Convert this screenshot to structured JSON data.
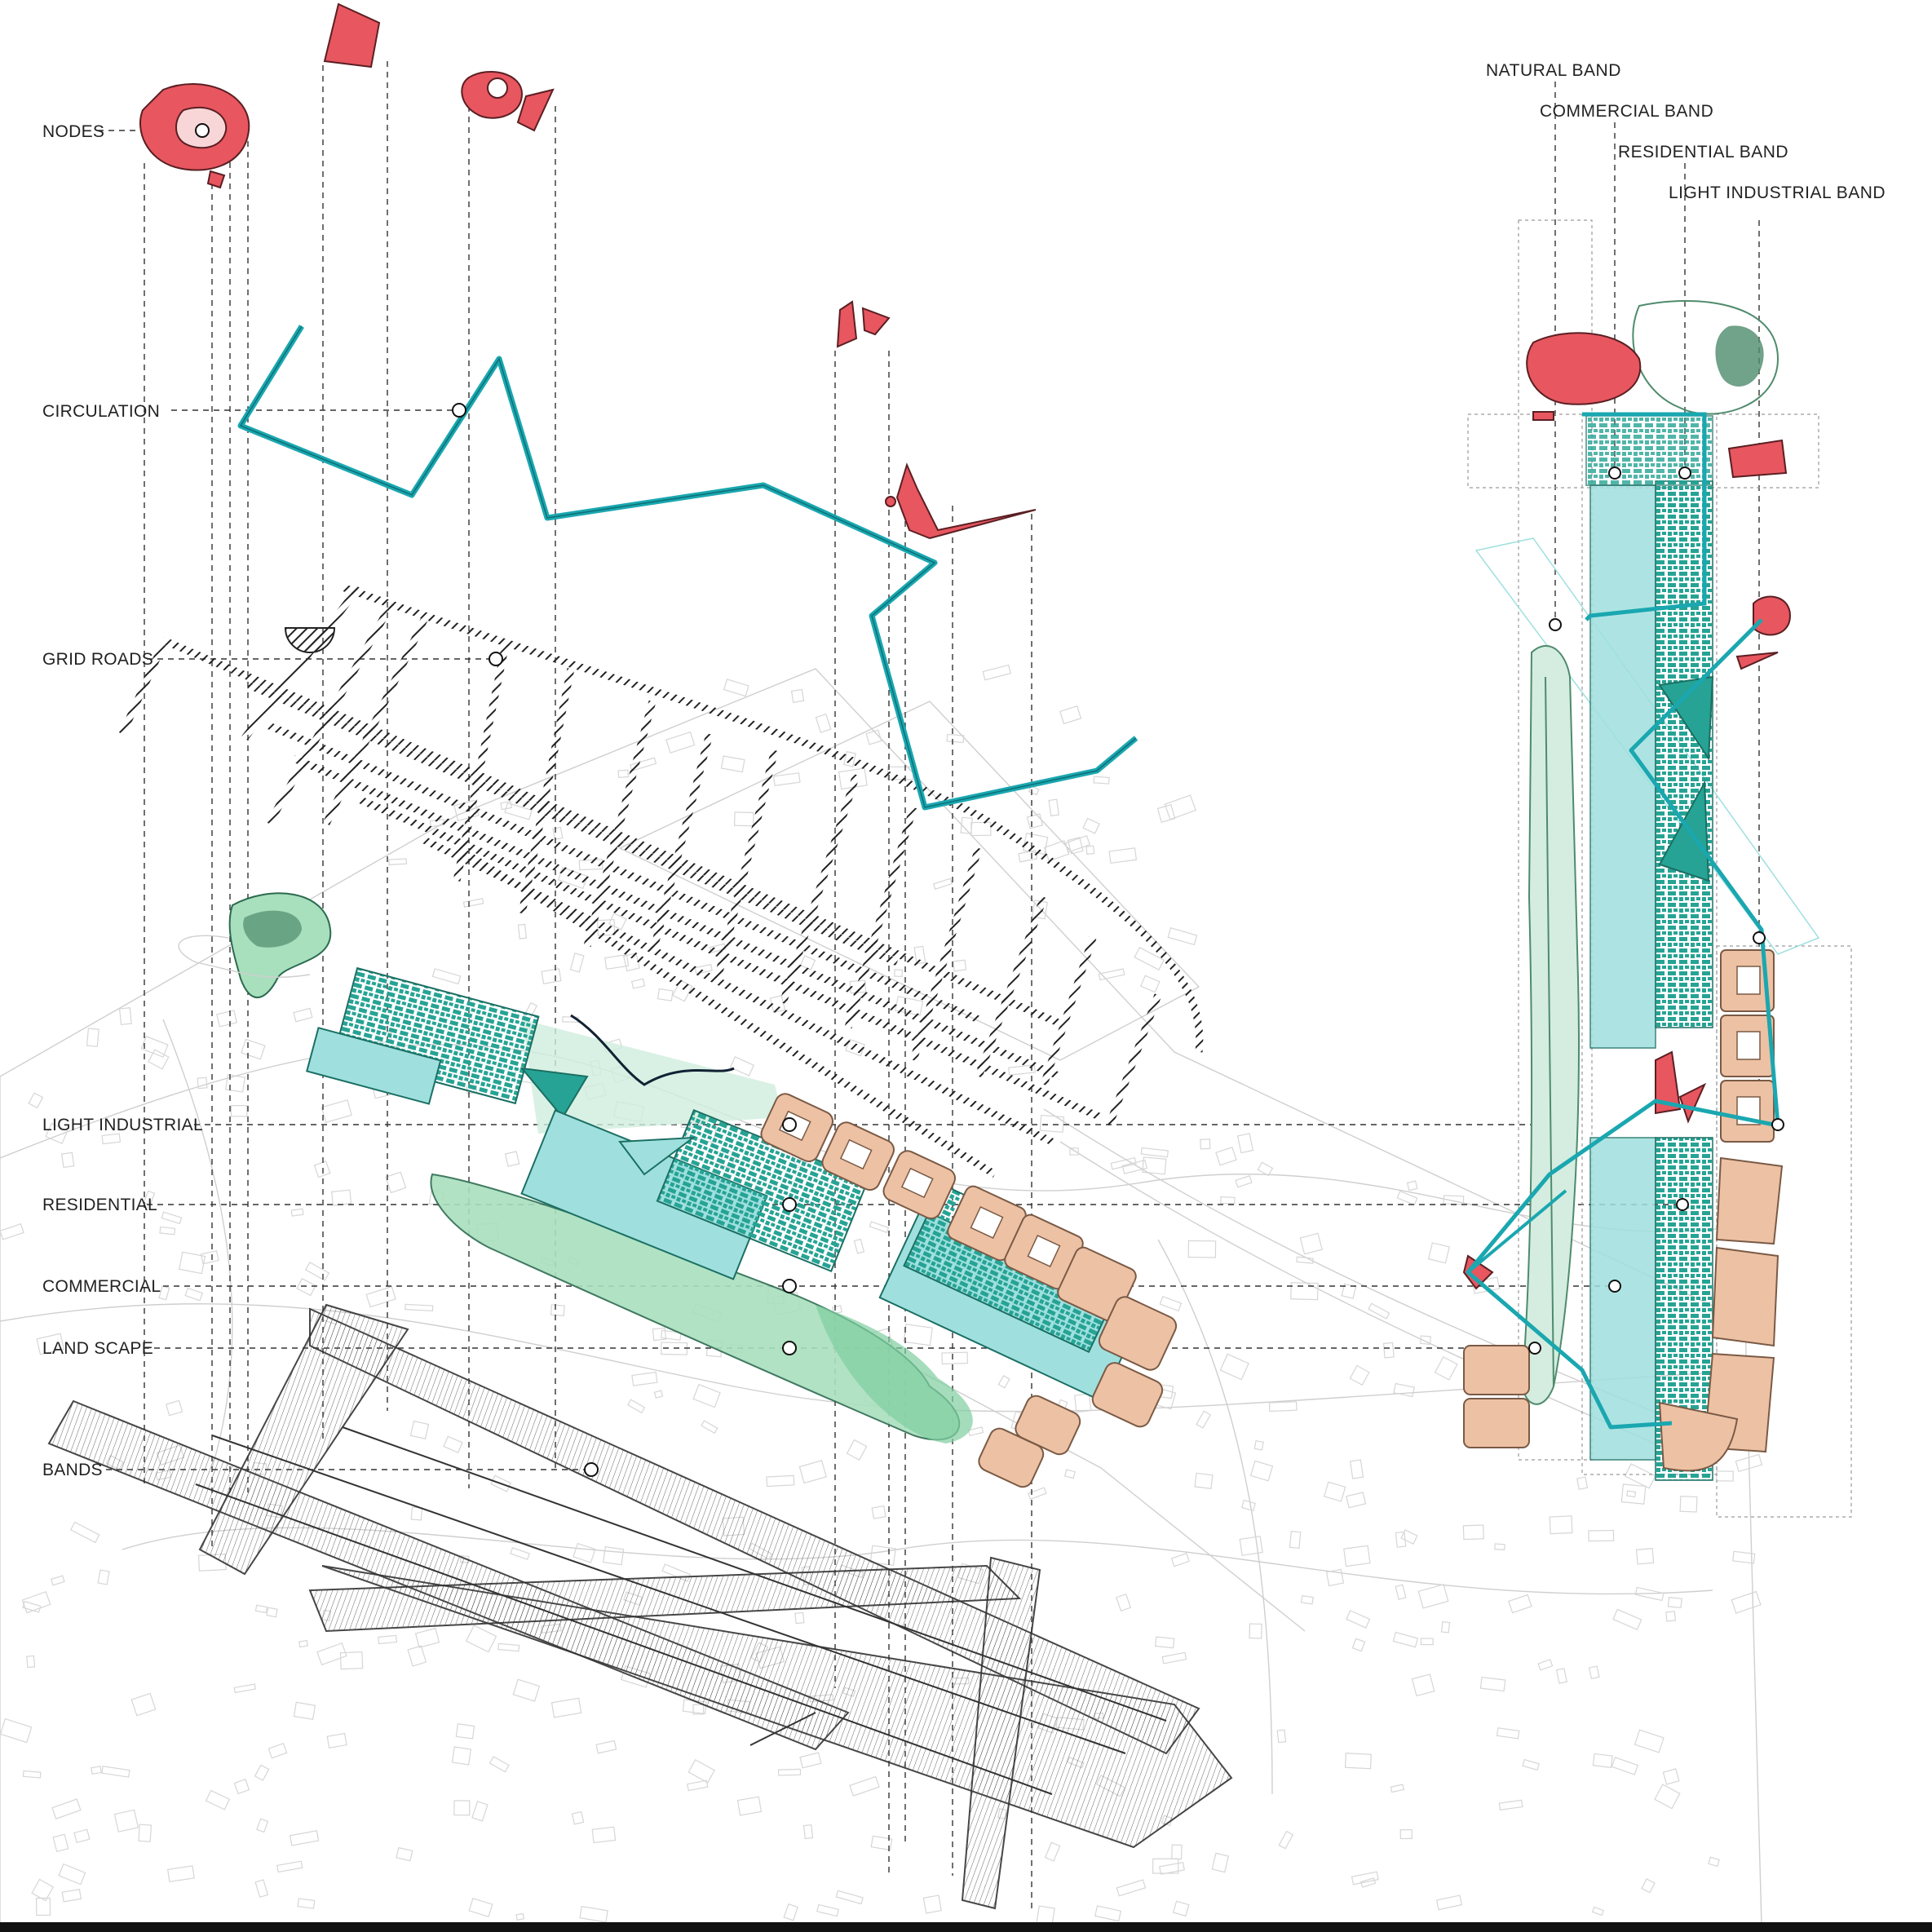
{
  "layers": {
    "nodes": "NODES",
    "circulation": "CIRCULATION",
    "grid_roads": "GRID ROADS",
    "light_industrial": "LIGHT INDUSTRIAL",
    "residential": "RESIDENTIAL",
    "commercial": "COMMERCIAL",
    "landscape": "LAND SCAPE",
    "bands": "BANDS"
  },
  "band_headers": {
    "natural": "NATURAL  BAND",
    "commercial": "COMMERCIAL BAND",
    "residential": "RESIDENTIAL BAND",
    "light_industrial": "LIGHT INDUSTRIAL BAND"
  },
  "colors": {
    "nodes": "#e8565f",
    "circulation": "#1aa7b0",
    "residential_dark": "#26a394",
    "residential_light": "#9fe0df",
    "light_industrial": "#edc1a4",
    "landscape": "#a8dfbd",
    "basemap": "#cfcfcf",
    "lines": "#222222"
  }
}
